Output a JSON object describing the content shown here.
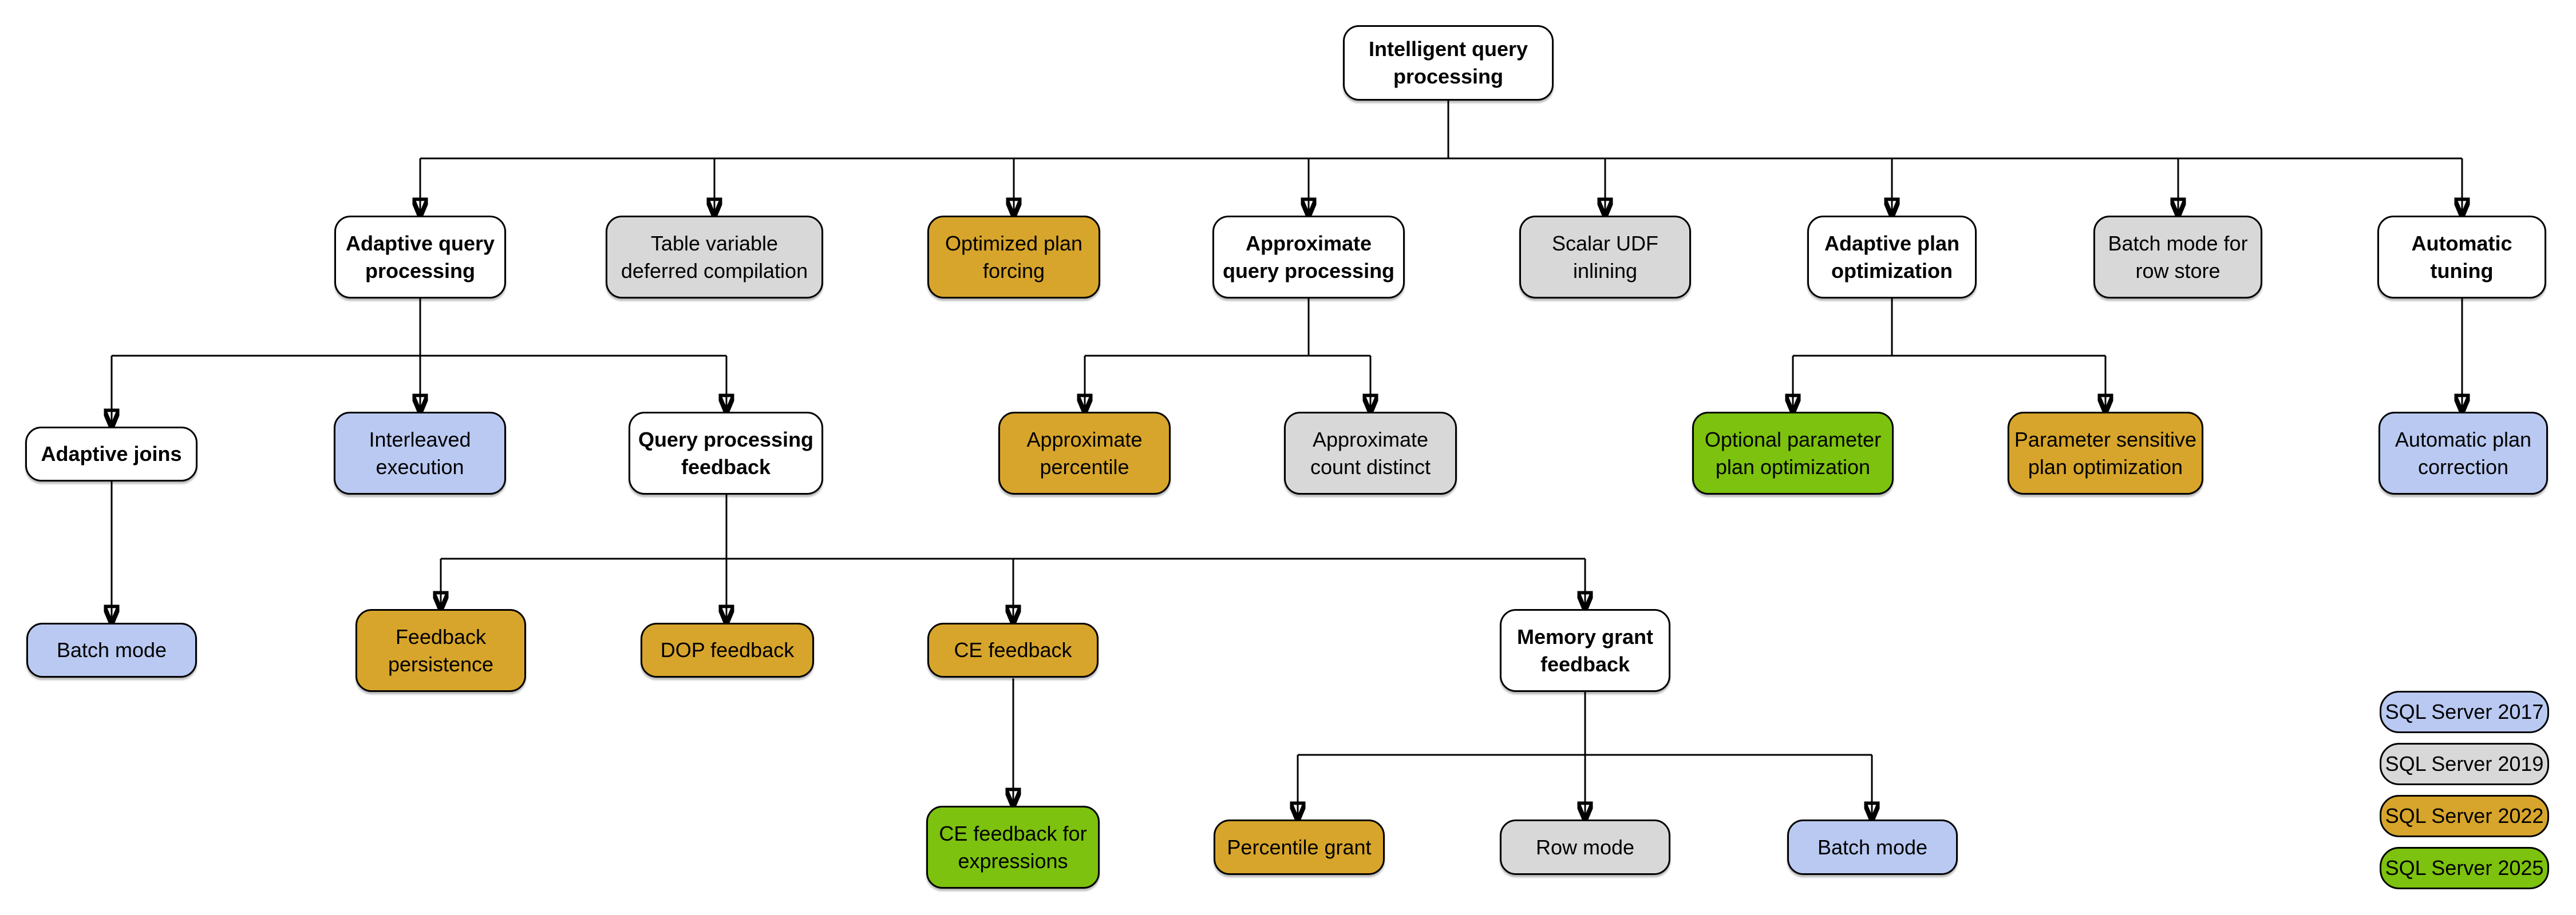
{
  "diagram_title": "Intelligent query processing",
  "palette": {
    "white": "#ffffff",
    "gray": "#d8d8d8",
    "gold": "#d7a52b",
    "blue": "#b9c9f2",
    "green": "#7cc20e",
    "line": "#000000"
  },
  "nodes": [
    {
      "id": "intelligent-query-processing",
      "label": "Intelligent query\nprocessing",
      "color": "white"
    },
    {
      "id": "adaptive-query-processing",
      "label": "Adaptive query\nprocessing",
      "color": "white"
    },
    {
      "id": "table-variable-deferred-compilation",
      "label": "Table variable\ndeferred compilation",
      "color": "gray"
    },
    {
      "id": "optimized-plan-forcing",
      "label": "Optimized plan\nforcing",
      "color": "gold"
    },
    {
      "id": "approximate-query-processing",
      "label": "Approximate\nquery processing",
      "color": "white"
    },
    {
      "id": "scalar-udf-inlining",
      "label": "Scalar UDF\ninlining",
      "color": "gray"
    },
    {
      "id": "adaptive-plan-optimization",
      "label": "Adaptive plan\noptimization",
      "color": "white"
    },
    {
      "id": "batch-mode-for-row-store",
      "label": "Batch mode for\nrow store",
      "color": "gray"
    },
    {
      "id": "automatic-tuning",
      "label": "Automatic\ntuning",
      "color": "white"
    },
    {
      "id": "adaptive-joins",
      "label": "Adaptive joins",
      "color": "white"
    },
    {
      "id": "interleaved-execution",
      "label": "Interleaved\nexecution",
      "color": "blue"
    },
    {
      "id": "query-processing-feedback",
      "label": "Query processing\nfeedback",
      "color": "white"
    },
    {
      "id": "approximate-percentile",
      "label": "Approximate\npercentile",
      "color": "gold"
    },
    {
      "id": "approximate-count-distinct",
      "label": "Approximate\ncount distinct",
      "color": "gray"
    },
    {
      "id": "optional-parameter-plan-optimization",
      "label": "Optional parameter\nplan optimization",
      "color": "green"
    },
    {
      "id": "parameter-sensitive-plan-optimization",
      "label": "Parameter sensitive\nplan optimization",
      "color": "gold"
    },
    {
      "id": "automatic-plan-correction",
      "label": "Automatic plan\ncorrection",
      "color": "blue"
    },
    {
      "id": "batch-mode-adaptive-joins",
      "label": "Batch mode",
      "color": "blue"
    },
    {
      "id": "feedback-persistence",
      "label": "Feedback\npersistence",
      "color": "gold"
    },
    {
      "id": "dop-feedback",
      "label": "DOP feedback",
      "color": "gold"
    },
    {
      "id": "ce-feedback",
      "label": "CE feedback",
      "color": "gold"
    },
    {
      "id": "memory-grant-feedback",
      "label": "Memory grant\nfeedback",
      "color": "white"
    },
    {
      "id": "ce-feedback-for-expressions",
      "label": "CE feedback for\nexpressions",
      "color": "green"
    },
    {
      "id": "percentile-grant",
      "label": "Percentile grant",
      "color": "gold"
    },
    {
      "id": "row-mode",
      "label": "Row mode",
      "color": "gray"
    },
    {
      "id": "batch-mode-memory-grant",
      "label": "Batch mode",
      "color": "blue"
    }
  ],
  "legend": {
    "items": [
      {
        "label": "SQL Server 2017",
        "color": "blue"
      },
      {
        "label": "SQL Server 2019",
        "color": "gray"
      },
      {
        "label": "SQL Server 2022",
        "color": "gold"
      },
      {
        "label": "SQL Server 2025",
        "color": "green"
      }
    ]
  }
}
